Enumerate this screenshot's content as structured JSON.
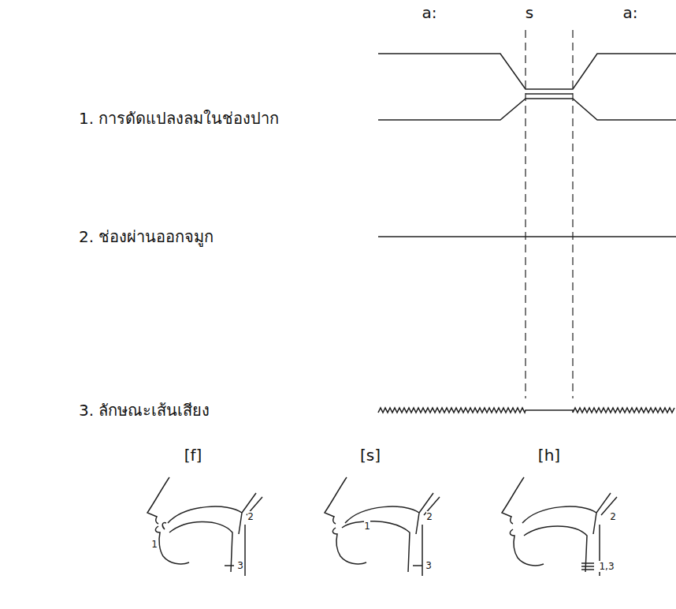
{
  "diagram": {
    "labels": [
      "a:",
      "s",
      "a:",
      "1. การดัดแปลงลมในช่องปาก",
      "2. ช่องผ่านออกจมูก",
      "3. ลักษณะเส้นเสียง",
      "[f]",
      "[s]",
      "[h]",
      "1",
      "2",
      "3",
      "1",
      "2",
      "3",
      "2",
      "1,3"
    ]
  }
}
